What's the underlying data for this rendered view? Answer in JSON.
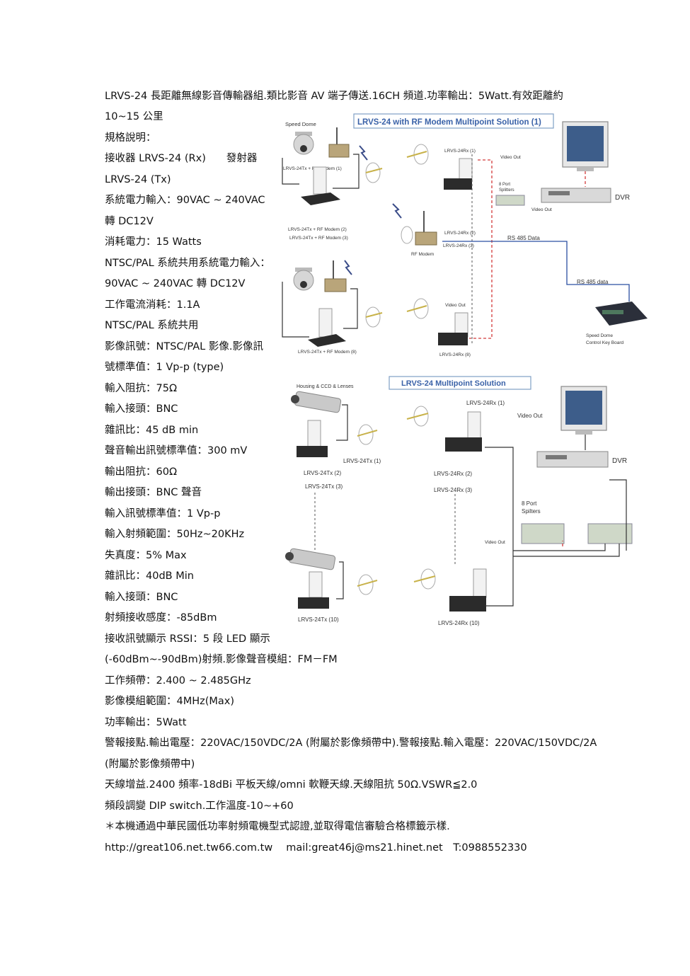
{
  "lines": [
    "LRVS-24  長距離無線影音傳輸器組.類比影音 AV 端子傳送.16CH 頻道.功率輸出：5Watt.有效距離約",
    "10~15 公里",
    "規格說明：",
    "接收器 LRVS-24 (Rx)　　發射器",
    "LRVS-24 (Tx)",
    "系統電力輸入：90VAC ~ 240VAC",
    "轉  DC12V",
    "消耗電力：15 Watts",
    "NTSC/PAL  系統共用系統電力輸入：",
    "90VAC ~ 240VAC  轉  DC12V",
    "工作電流消耗：1.1A",
    "NTSC/PAL  系統共用",
    "影像訊號：NTSC/PAL 影像.影像訊",
    "號標準值：1 Vp-p (type)",
    "輸入阻抗：75Ω",
    "輸入接頭：BNC",
    "雜訊比：45 dB min",
    "聲音輸出訊號標準值：300 mV",
    "輸出阻抗：60Ω",
    "輸出接頭：BNC 聲音",
    "輸入訊號標準值：1 Vp-p",
    "輸入射頻範圍：50Hz~20KHz",
    "失真度：5% Max",
    "雜訊比：40dB Min",
    "輸入接頭：BNC",
    "射頻接收感度：-85dBm",
    "接收訊號顯示 RSSI：5 段 LED 顯示",
    "(-60dBm~-90dBm)射頻.影像聲音模組：FM－FM",
    "工作頻帶：2.400 ~ 2.485GHz",
    "影像模組範圍：4MHz(Max)",
    "功率輸出：5Watt",
    "警報接點.輸出電壓：220VAC/150VDC/2A (附屬於影像頻帶中).警報接點.輸入電壓：220VAC/150VDC/2A",
    "(附屬於影像頻帶中)",
    "天線增益.2400 頻率-18dBi 平板天線/omni 軟鞭天線.天線阻抗 50Ω.VSWR≦2.0",
    "頻段調變 DIP switch.工作溫度-10~+60",
    "＊本機通過中華民國低功率射頻電機型式認證,並取得電信審驗合格標籤示樣.",
    "http://great106.net.tw66.com.tw　  mail:great46j@ms21.hinet.net　T:0988552330"
  ],
  "diagram1": {
    "title": "LRVS-24 with RF Modem Multipoint Solution (1)",
    "speed_dome": "Speed Dome",
    "tx_rf1": "LRVS-24Tx + RF Modem  (1)",
    "tx_rf2": "LRVS-24Tx + RF Modem (2)",
    "tx_rf3": "LRVS-24Tx + RF Modem (3)",
    "tx_rf8": "LRVS-24Tx + RF Modem  (8)",
    "rx1": "LRVS-24Rx  (1)",
    "rx2": "LRVS-24Rx (2)",
    "rx3": "LRVS-24Rx (3)",
    "rx8": "LRVS-24Rx  (8)",
    "video_out1": "Video Out",
    "video_out2": "Video Out",
    "video_out3": "Video Out",
    "port8_a": "8 Port",
    "port8_b": "Splitters",
    "dvr": "DVR",
    "rs485": "RS 485 Data",
    "rs485_2": "RS 485 data",
    "rf_modem": "RF Modem",
    "kbd1": "Speed Dome",
    "kbd2": "Control Key Board"
  },
  "diagram2": {
    "title": "LRVS-24 Multipoint Solution",
    "housing": "Housing & CCD & Lenses",
    "tx1": "LRVS-24Tx  (1)",
    "tx2": "LRVS-24Tx  (2)",
    "tx3": "LRVS-24Tx  (3)",
    "tx10": "LRVS-24Tx  (10)",
    "rx1": "LRVS-24Rx  (1)",
    "rx2": "LRVS-24Rx  (2)",
    "rx3": "LRVS-24Rx  (3)",
    "rx10": "LRVS-24Rx  (10)",
    "video_out": "Video Out",
    "video_out_small": "Video Out",
    "dvr": "DVR",
    "port8_a": "8 Port",
    "port8_b": "Spilters"
  }
}
